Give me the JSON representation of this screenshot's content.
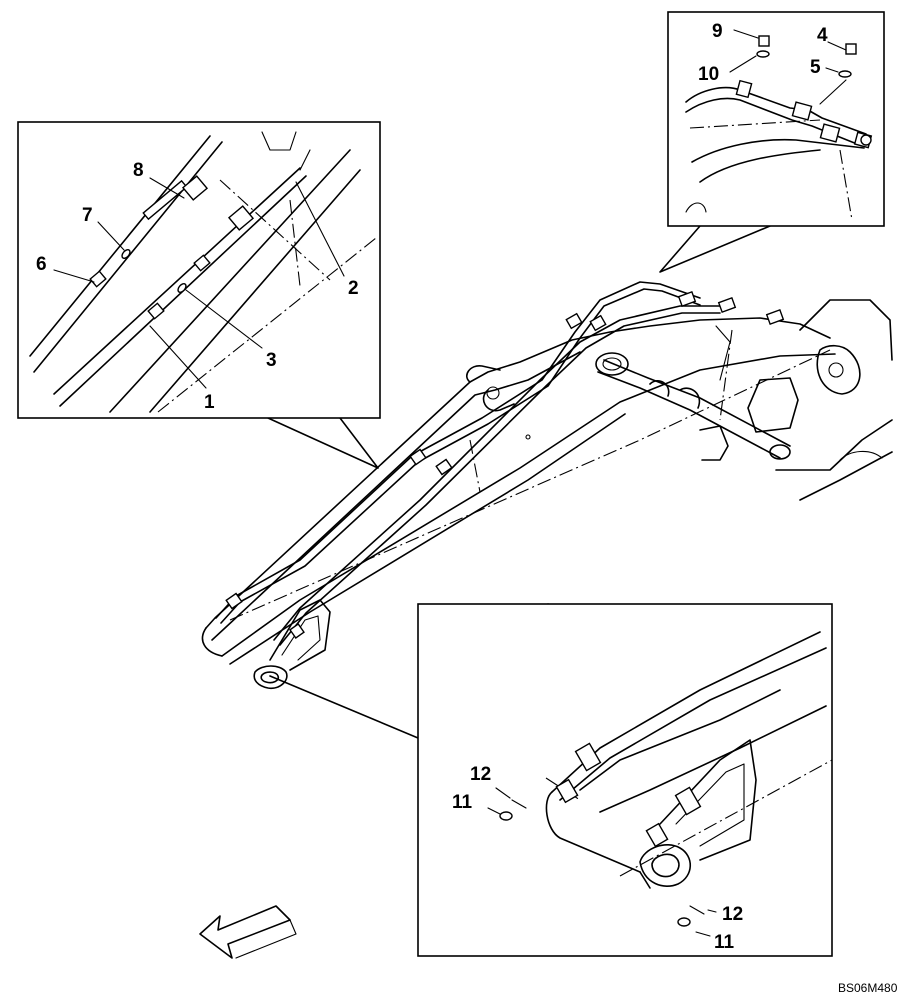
{
  "drawing_code": "BS06M480",
  "callouts": {
    "upper_left": [
      "1",
      "2",
      "3",
      "6",
      "7",
      "8"
    ],
    "upper_right": [
      "9",
      "4",
      "10",
      "5"
    ],
    "lower_right": [
      "12",
      "11",
      "12",
      "11"
    ]
  }
}
